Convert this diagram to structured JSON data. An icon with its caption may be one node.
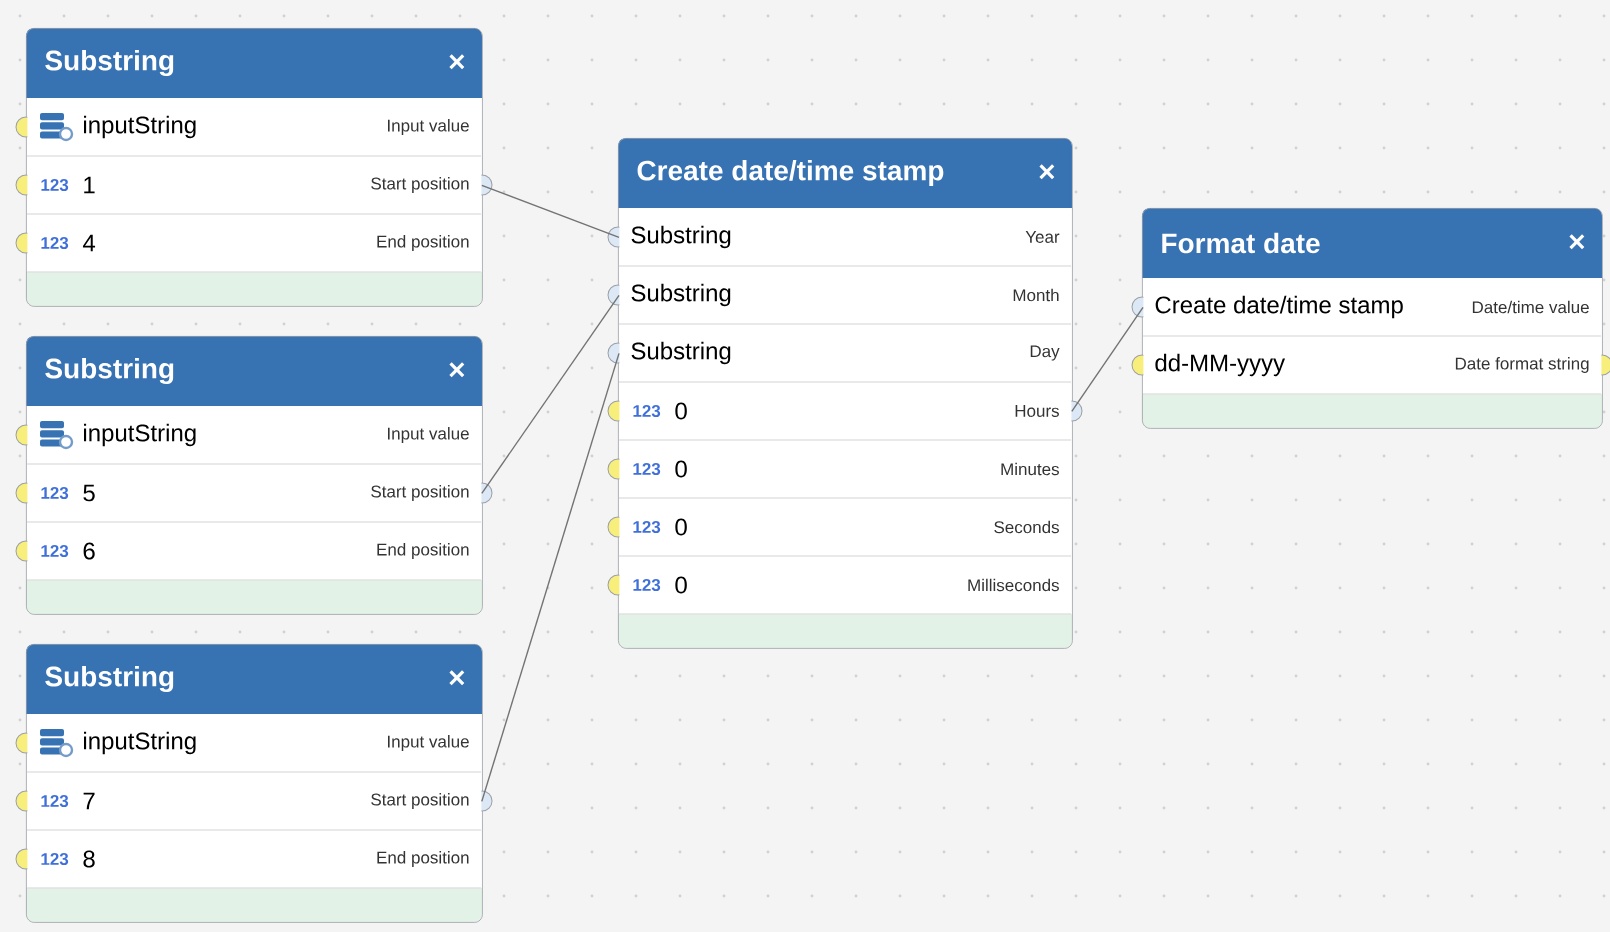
{
  "diagram": {
    "nodes": [
      {
        "text": [
          "Substring",
          "×"
        ]
      },
      {
        "text": [
          "inputString",
          "Input value"
        ],
        "in": 0
      },
      {
        "text": [
          "123",
          "1",
          "Start position"
        ],
        "in": 0
      },
      {
        "text": [
          "123",
          "4",
          "End position"
        ],
        "in": 0
      },
      {
        "text": [
          "Substring",
          "×"
        ]
      },
      {
        "text": [
          "inputString",
          "Input value"
        ],
        "in": 4
      },
      {
        "text": [
          "123",
          "5",
          "Start position"
        ],
        "in": 4
      },
      {
        "text": [
          "123",
          "6",
          "End position"
        ],
        "in": 4
      },
      {
        "text": [
          "Substring",
          "×"
        ]
      },
      {
        "text": [
          "inputString",
          "Input value"
        ],
        "in": 8
      },
      {
        "text": [
          "123",
          "7",
          "Start position"
        ],
        "in": 8
      },
      {
        "text": [
          "123",
          "8",
          "End position"
        ],
        "in": 8
      },
      {
        "text": [
          "Create date/time stamp",
          "×"
        ]
      },
      {
        "text": [
          "Substring",
          "Year"
        ],
        "in": 12
      },
      {
        "text": [
          "Substring",
          "Month"
        ],
        "in": 12
      },
      {
        "text": [
          "Substring",
          "Day"
        ],
        "in": 12
      },
      {
        "text": [
          "123",
          "0",
          "Hours"
        ],
        "in": 12
      },
      {
        "text": [
          "123",
          "0",
          "Minutes"
        ],
        "in": 12
      },
      {
        "text": [
          "123",
          "0",
          "Seconds"
        ],
        "in": 12
      },
      {
        "text": [
          "123",
          "0",
          "Milliseconds"
        ],
        "in": 12
      },
      {
        "text": [
          "Format date",
          "×"
        ]
      },
      {
        "text": [
          "Create date/time stamp",
          "Date/time value"
        ],
        "in": 20
      },
      {
        "text": [
          "dd-MM-yyyy",
          "Date format string"
        ],
        "in": 20
      }
    ],
    "edges": [
      {
        "from": 2,
        "to": 13,
        "arrow": "none"
      },
      {
        "from": 6,
        "to": 14,
        "arrow": "none"
      },
      {
        "from": 10,
        "to": 15,
        "arrow": "none"
      },
      {
        "from": 16,
        "to": 21,
        "arrow": "none"
      }
    ]
  }
}
